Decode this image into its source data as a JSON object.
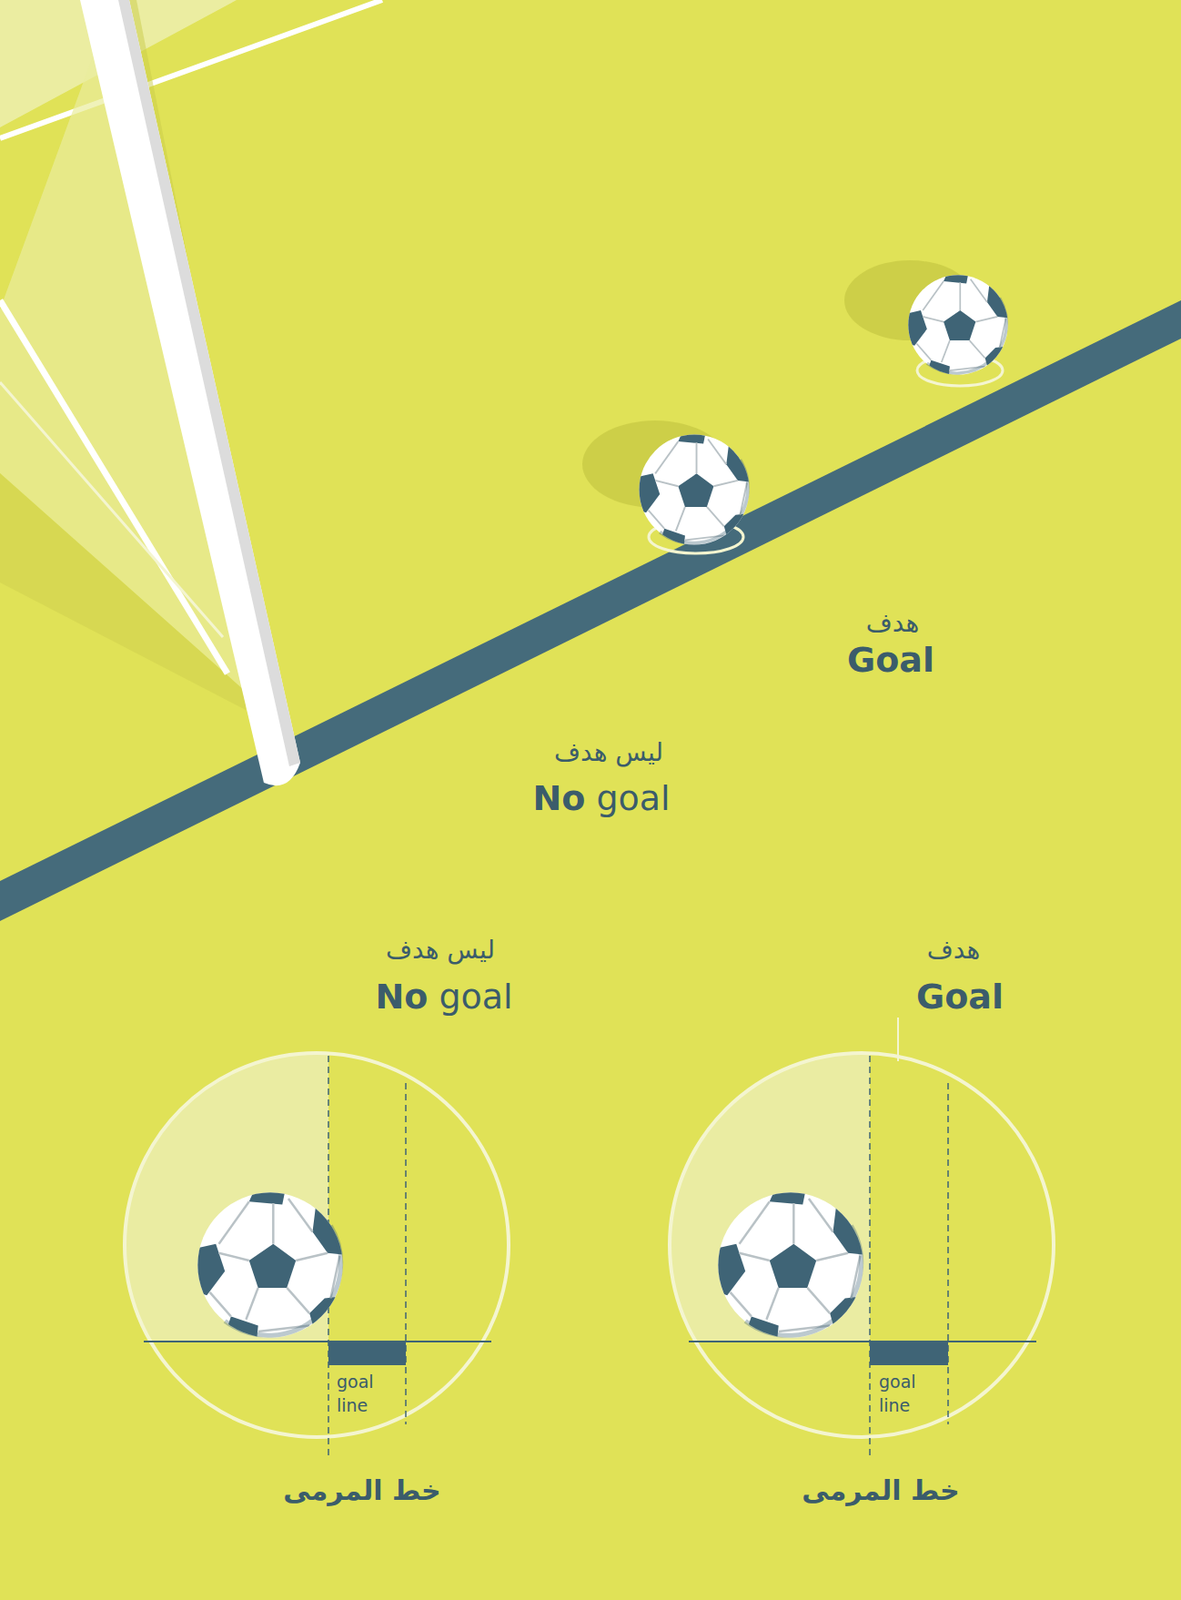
{
  "diagram": {
    "labels": [
      "هدف",
      "Goal",
      "ليس هدف",
      "No goal",
      "ليس هدف",
      "No goal",
      "هدف",
      "Goal",
      "goal line",
      "خط المرمى",
      "goal line",
      "خط المرمى"
    ]
  }
}
